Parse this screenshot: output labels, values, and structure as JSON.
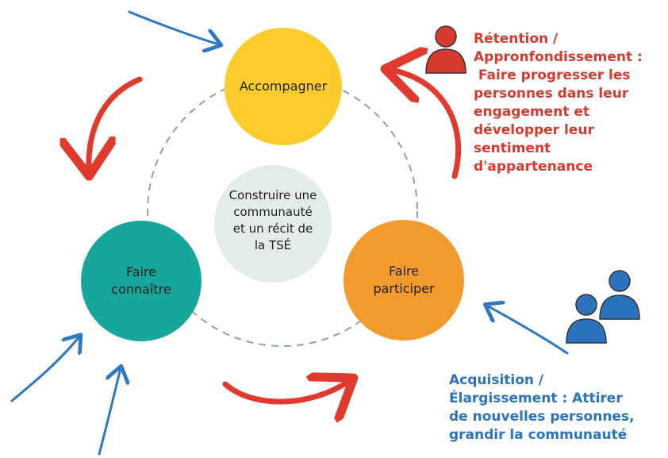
{
  "diagram": {
    "colors": {
      "accompagner": "#fccb2c",
      "faire_connaitre": "#17a69b",
      "faire_participer": "#f39a2e",
      "center": "#e3ebec",
      "red_arrow": "#e03a2f",
      "blue_arrow": "#2d78bf",
      "red_person": "#d63a2f",
      "blue_person": "#2b74bd",
      "dashed_ring": "#8aa1b3"
    },
    "nodes": {
      "accompagner": "Accompagner",
      "faire_connaitre": [
        "Faire",
        "connaître"
      ],
      "faire_participer": [
        "Faire",
        "participer"
      ]
    },
    "center_text": [
      "Construire une",
      "communauté",
      "et un récit de",
      "la TSÉ"
    ],
    "retention": {
      "icon": "person-icon",
      "lines": [
        "Rétention /",
        "Appronfondissement :",
        " Faire progresser les",
        "personnes dans leur",
        "engagement et",
        "développer leur",
        "sentiment",
        "d'appartenance"
      ]
    },
    "acquisition": {
      "icon": "two-people-icon",
      "lines": [
        "Acquisition /",
        "Élargissement : Attirer",
        "de nouvelles personnes,",
        "grandir la communauté"
      ]
    }
  }
}
